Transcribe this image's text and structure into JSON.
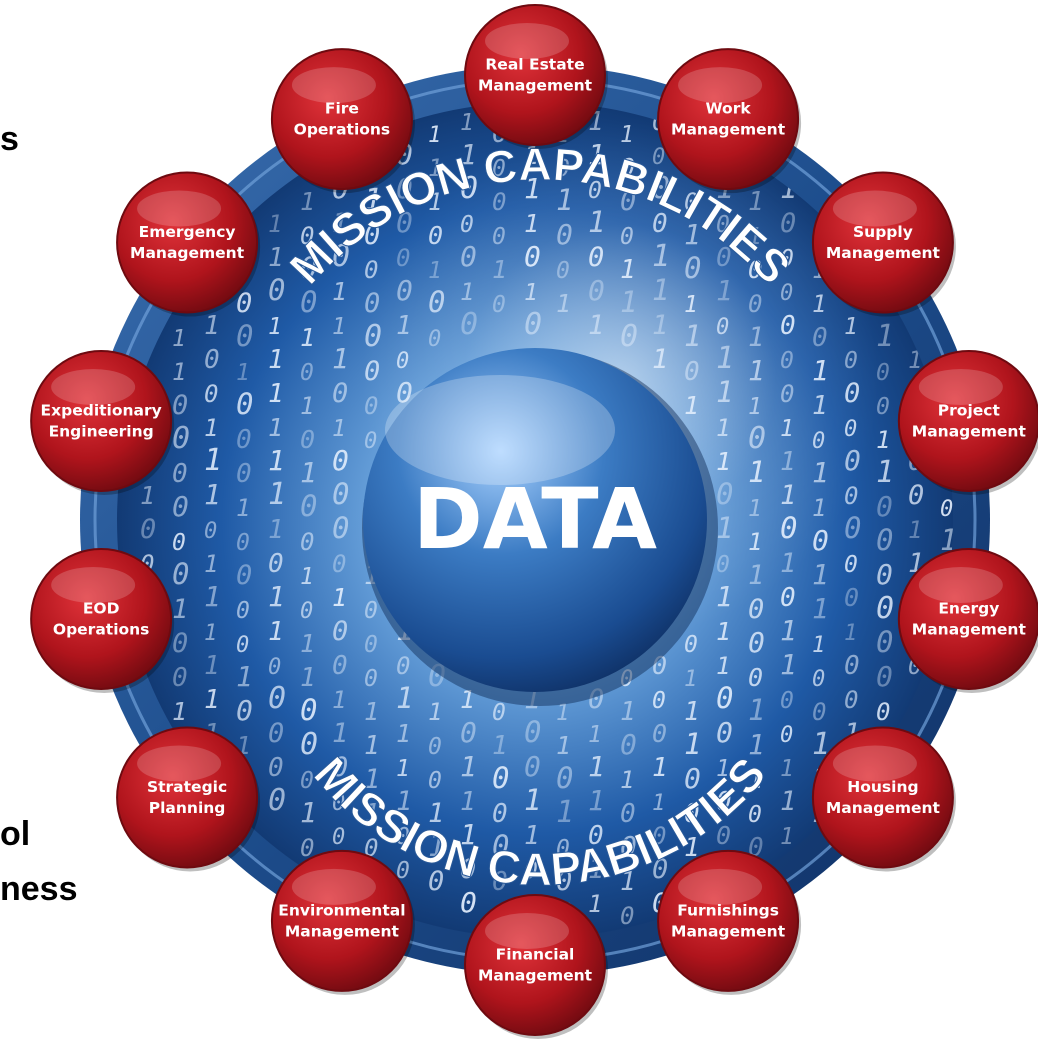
{
  "left_text_fragments": [
    "s",
    "ol",
    "ness"
  ],
  "center": {
    "label": "DATA"
  },
  "ring_label_top": "MISSION CAPABILITIES",
  "ring_label_bottom": "MISSION CAPABILITIES",
  "capabilities": [
    {
      "lines": [
        "Real Estate",
        "Management"
      ]
    },
    {
      "lines": [
        "Work",
        "Management"
      ]
    },
    {
      "lines": [
        "Supply",
        "Management"
      ]
    },
    {
      "lines": [
        "Project",
        "Management"
      ]
    },
    {
      "lines": [
        "Energy",
        "Management"
      ]
    },
    {
      "lines": [
        "Housing",
        "Management"
      ]
    },
    {
      "lines": [
        "Furnishings",
        "Management"
      ]
    },
    {
      "lines": [
        "Financial",
        "Management"
      ]
    },
    {
      "lines": [
        "Environmental",
        "Management"
      ]
    },
    {
      "lines": [
        "Strategic",
        "Planning"
      ]
    },
    {
      "lines": [
        "EOD",
        "Operations"
      ]
    },
    {
      "lines": [
        "Expeditionary",
        "Engineering"
      ]
    },
    {
      "lines": [
        "Emergency",
        "Management"
      ]
    },
    {
      "lines": [
        "Fire",
        "Operations"
      ]
    }
  ],
  "binary_digits": "0 1",
  "colors": {
    "capability_node": "#b0141c",
    "capability_node_dark": "#6e0a10",
    "capability_text": "#ffffff",
    "ring_blue": "#1f4f8f",
    "center_blue": "#2f6fb4",
    "binary_text": "#e8f2ff"
  }
}
